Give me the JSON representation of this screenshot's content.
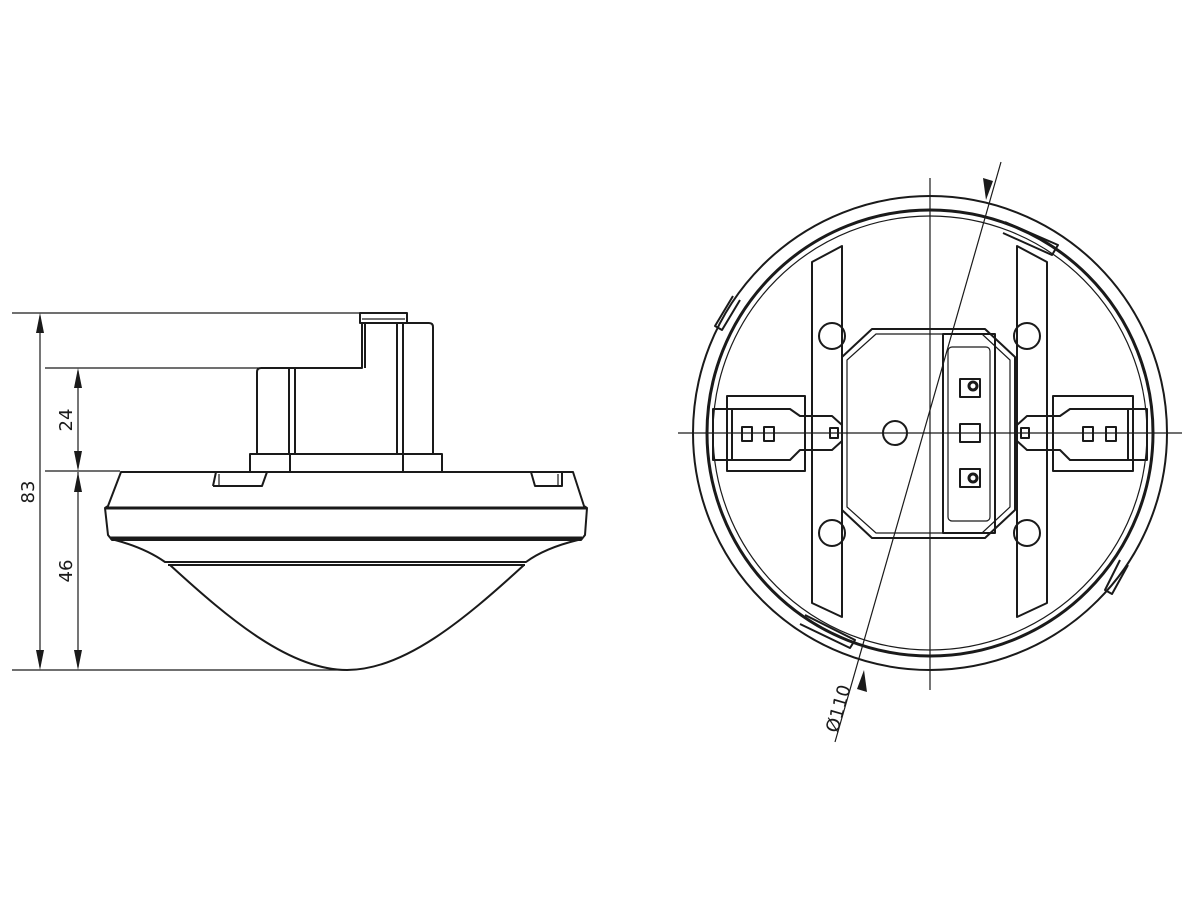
{
  "side_view": {
    "dimensions": {
      "total_height": "83",
      "upper_height": "24",
      "lower_height": "46"
    }
  },
  "bottom_view": {
    "dimensions": {
      "diameter": "Ø110"
    }
  },
  "colors": {
    "line": "#1a1a1a",
    "background": "#ffffff"
  }
}
